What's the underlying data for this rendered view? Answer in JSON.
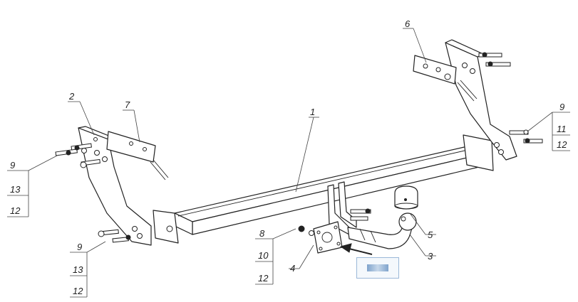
{
  "diagram": {
    "part_numbers": {
      "p1": "1",
      "p2": "2",
      "p3": "3",
      "p4": "4",
      "p5": "5",
      "p6": "6",
      "p7": "7"
    },
    "fastener_stacks": {
      "left_upper": [
        "9",
        "13",
        "12"
      ],
      "left_lower": [
        "9",
        "13",
        "12"
      ],
      "center": [
        "8",
        "10",
        "12"
      ],
      "right": [
        "9",
        "11",
        "12"
      ]
    }
  }
}
